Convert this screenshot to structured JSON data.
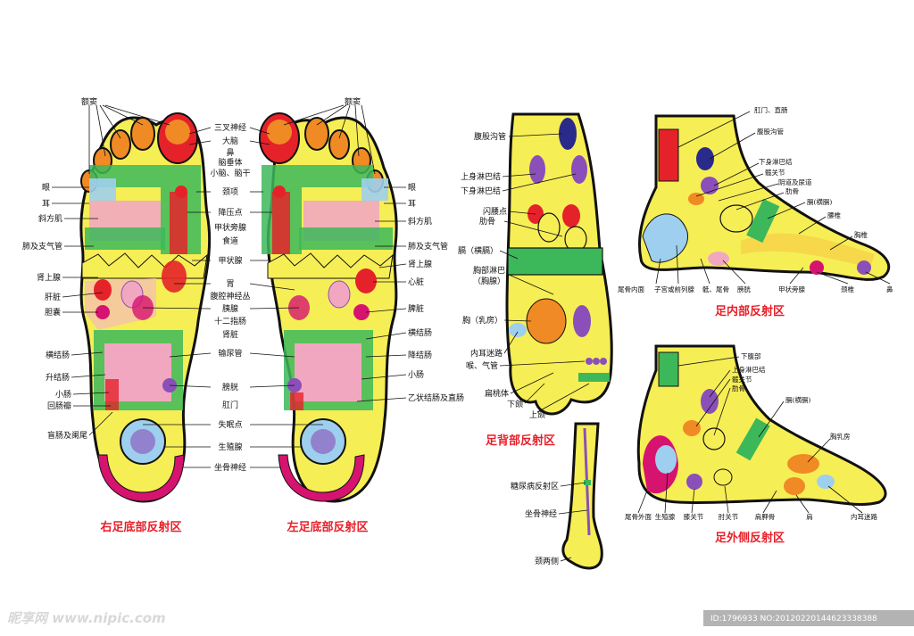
{
  "left_labels": [
    "额窦",
    "眼",
    "耳",
    "斜方肌",
    "肺及支气管",
    "肾上腺",
    "肝脏",
    "胆囊",
    "横结肠",
    "升结肠",
    "小肠",
    "回肠瓣",
    "盲肠及阑尾"
  ],
  "right_labels": [
    "额窦",
    "眼",
    "耳",
    "斜方肌",
    "肺及支气管",
    "肾上腺",
    "心脏",
    "脾脏",
    "横结肠",
    "降结肠",
    "小肠",
    "乙状结肠及直肠"
  ],
  "center_labels": [
    "三叉神经",
    "大脑",
    "鼻",
    "脑垂体",
    "小脑、脑干",
    "颈项",
    "降压点",
    "甲状旁腺",
    "食道",
    "甲状腺",
    "胃",
    "腹腔神经丛",
    "胰腺",
    "十二指肠",
    "肾脏",
    "输尿管",
    "膀胱",
    "肛门",
    "失眠点",
    "生殖腺",
    "坐骨神经"
  ],
  "titles": {
    "right_sole": "右足底部反射区",
    "left_sole": "左足底部反射区",
    "dorsal": "足背部反射区",
    "inner": "足内部反射区",
    "outer": "足外侧反射区"
  },
  "dorsal_labels": [
    "腹股沟管",
    "上身淋巴结",
    "下身淋巴结",
    "闪腰点",
    "肋骨",
    "膈（横膈）",
    "胸部淋巴",
    "（胸腺）",
    "胸（乳房）",
    "内耳迷路",
    "喉、气管",
    "扁桃体",
    "下颌",
    "上颌"
  ],
  "leg_labels": [
    "糖尿病反射区",
    "坐骨神经",
    "颈两侧"
  ],
  "inner_labels": [
    "肛门、直肠",
    "腹股沟管",
    "下身淋巴结",
    "髋关节",
    "阴道及尿道",
    "肋骨",
    "膈(横膈)",
    "腰椎",
    "胸椎",
    "尾骨内面",
    "子宫或前列腺",
    "骶、尾骨",
    "膀胱",
    "甲状旁腺",
    "颈椎",
    "鼻"
  ],
  "outer_labels": [
    "下腹部",
    "上身淋巴结",
    "髋关节",
    "肋骨",
    "膈(横膈)",
    "胸乳房",
    "尾骨外面",
    "生殖腺",
    "膝关节",
    "肘关节",
    "肩胛骨",
    "肩",
    "内耳迷路"
  ],
  "watermark": {
    "brand": "昵享网 www.nipic.com",
    "id": "ID:1796933 NO:20120220144623338388"
  },
  "colors": {
    "yellow": "#f6ee55",
    "green": "#3cb85a",
    "red": "#e52229",
    "magenta": "#d6136f",
    "purple": "#8a4fb8",
    "orange": "#f08a24",
    "skin": "#f5c4a8",
    "pink": "#f2a7c0",
    "lightblue": "#9ecfee",
    "title": "#e8202a"
  }
}
